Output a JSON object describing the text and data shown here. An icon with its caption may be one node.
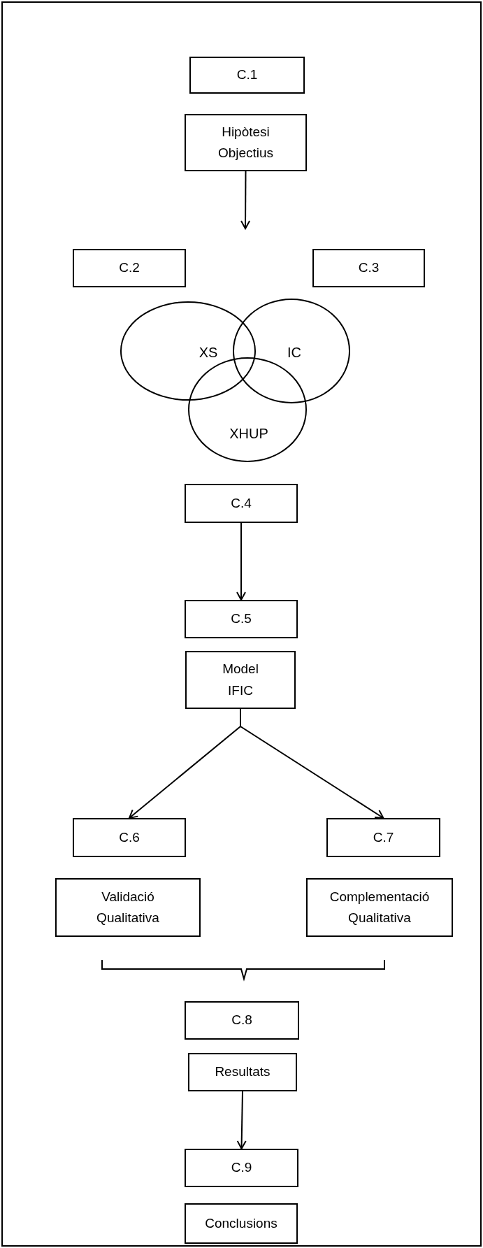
{
  "diagram": {
    "nodes": [
      {
        "text": [
          "C.1"
        ]
      },
      {
        "text": [
          "Hipòtesi Objectius"
        ]
      },
      {
        "text": [
          "C.2"
        ]
      },
      {
        "text": [
          "C.3"
        ]
      },
      {
        "text": [
          "XS"
        ]
      },
      {
        "text": [
          "IC"
        ]
      },
      {
        "text": [
          "XHUP"
        ]
      },
      {
        "text": [
          "C.4"
        ]
      },
      {
        "text": [
          "C.5"
        ]
      },
      {
        "text": [
          "Model IFIC"
        ]
      },
      {
        "text": [
          "C.6"
        ]
      },
      {
        "text": [
          "C.7"
        ]
      },
      {
        "text": [
          "Validació Qualitativa"
        ]
      },
      {
        "text": [
          "Complementació Qualitativa"
        ]
      },
      {
        "text": [
          "C.8"
        ]
      },
      {
        "text": [
          "Resultats"
        ]
      },
      {
        "text": [
          "C.9"
        ]
      },
      {
        "text": [
          "Conclusions"
        ]
      }
    ],
    "edges": [
      {
        "from": 1,
        "to": null,
        "arrow": "to"
      },
      {
        "from": 7,
        "to": 8,
        "arrow": "to"
      },
      {
        "from": 9,
        "to": 10,
        "arrow": "to"
      },
      {
        "from": 9,
        "to": 11,
        "arrow": "to"
      },
      {
        "from": 15,
        "to": 16,
        "arrow": "to"
      }
    ]
  }
}
